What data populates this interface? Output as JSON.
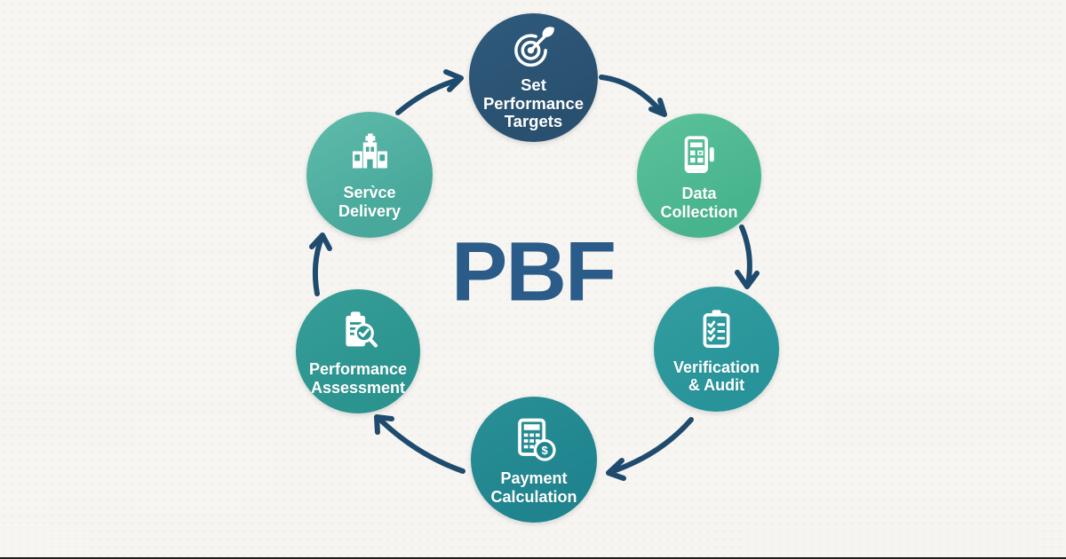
{
  "diagram": {
    "title": "PBF",
    "background_color": "#f7f5f1",
    "arrow_color": "#1f4b6e",
    "title_color": "#2b5b88",
    "nodes": [
      {
        "id": "set-performance-targets",
        "label": "Set\nPerformance\nTargets",
        "icon": "target-dart-icon",
        "color": "#29506f",
        "color2": "#2f5a7c"
      },
      {
        "id": "data-collection",
        "label": "Data\nCollection",
        "icon": "data-report-icon",
        "color": "#48b48e",
        "color2": "#5cc29b"
      },
      {
        "id": "verification-audit",
        "label": "Verification\n& Audit",
        "icon": "checklist-clipboard-icon",
        "color": "#28949a",
        "color2": "#339d9f"
      },
      {
        "id": "payment-calculation",
        "label": "Payment\nCalculation",
        "icon": "calculator-dollar-icon",
        "color": "#1f848e",
        "color2": "#2a8f95"
      },
      {
        "id": "performance-assessment",
        "label": "Performance\nAssessment",
        "icon": "clipboard-magnifier-icon",
        "color": "#2b948f",
        "color2": "#379d97"
      },
      {
        "id": "service-delivery",
        "label": "Serv̀ce\nDelivery",
        "icon": "hospital-building-icon",
        "color": "#47a89b",
        "color2": "#60bcab"
      }
    ]
  }
}
